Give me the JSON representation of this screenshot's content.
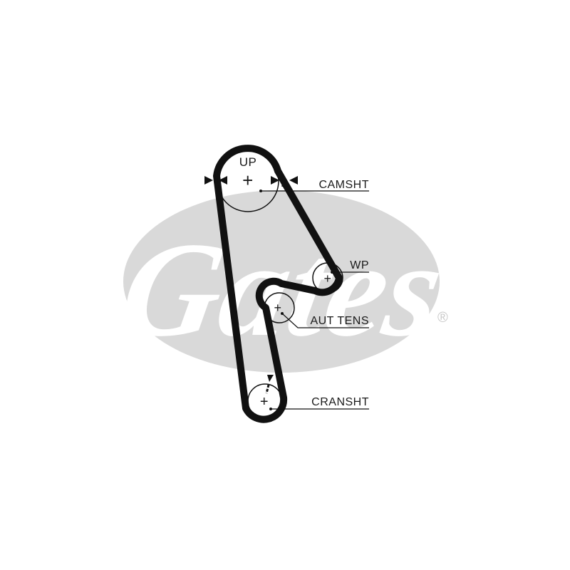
{
  "watermark": {
    "text": "Gates",
    "registered_mark": "®",
    "color": "#d9d9d9"
  },
  "diagram": {
    "belt_color": "#111111",
    "line_color": "#111111",
    "pulleys": {
      "camshaft": {
        "label": "CAMSHT",
        "inner_label": "UP"
      },
      "water_pump": {
        "label": "WP"
      },
      "tensioner": {
        "label": "AUT TENS"
      },
      "crankshaft": {
        "label": "CRANSHT"
      }
    },
    "center_mark": "+"
  }
}
